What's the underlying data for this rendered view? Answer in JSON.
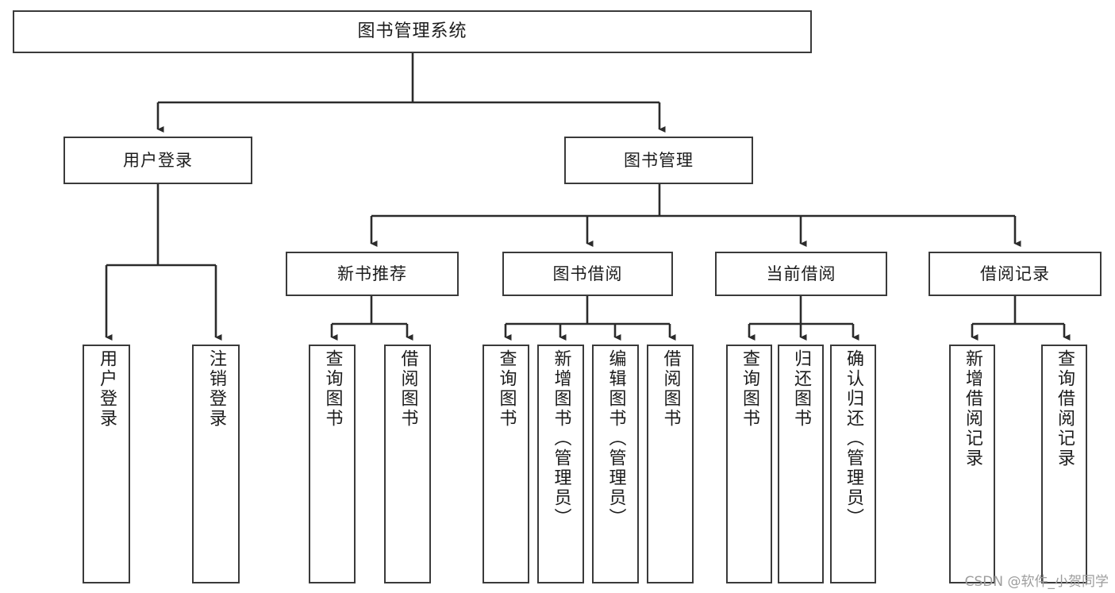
{
  "diagram": {
    "title": "图书管理系统",
    "type": "tree",
    "watermark": "CSDN @软件_小贺同学",
    "colors": {
      "box_border": "#3a3a3a",
      "box_fill": "#ffffff",
      "connector": "#2b2b2b",
      "text": "#1c1c1c",
      "watermark": "#9d9d9d"
    },
    "root": {
      "label": "图书管理系统"
    },
    "level2": [
      {
        "label": "用户登录"
      },
      {
        "label": "图书管理"
      }
    ],
    "level3": [
      {
        "label": "新书推荐"
      },
      {
        "label": "图书借阅"
      },
      {
        "label": "当前借阅"
      },
      {
        "label": "借阅记录"
      }
    ],
    "leaves": {
      "user_login": [
        {
          "label": "用户登录"
        },
        {
          "label": "注销登录"
        }
      ],
      "new_book_recommend": [
        {
          "label": "查询图书"
        },
        {
          "label": "借阅图书"
        }
      ],
      "book_borrow": [
        {
          "label": "查询图书"
        },
        {
          "label": "新增图书（管理员）"
        },
        {
          "label": "编辑图书（管理员）"
        },
        {
          "label": "借阅图书"
        }
      ],
      "current_borrow": [
        {
          "label": "查询图书"
        },
        {
          "label": "归还图书"
        },
        {
          "label": "确认归还（管理员）"
        }
      ],
      "borrow_record": [
        {
          "label": "新增借阅记录"
        },
        {
          "label": "查询借阅记录"
        }
      ]
    }
  }
}
